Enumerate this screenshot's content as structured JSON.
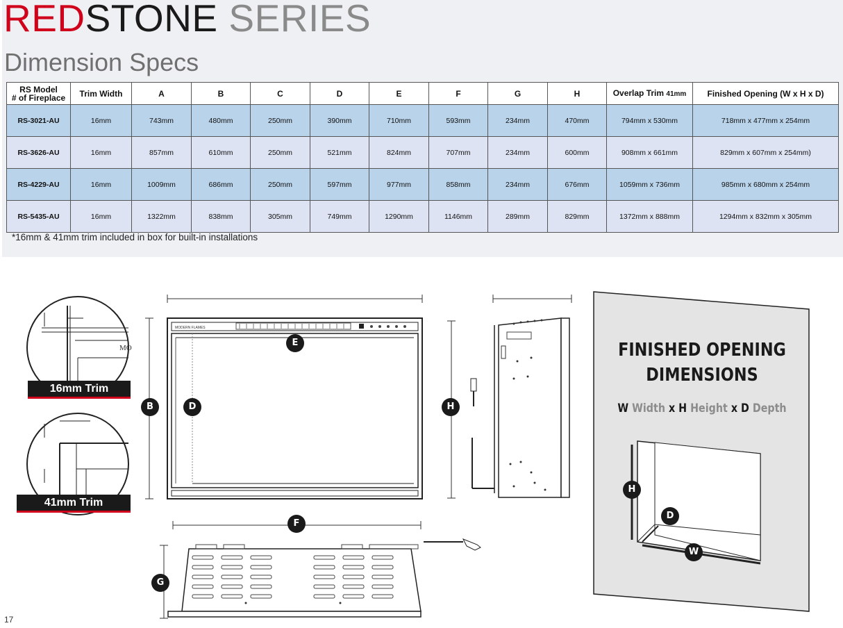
{
  "header": {
    "brand_red": "RED",
    "brand_dark": "STONE",
    "brand_grey": " SERIES",
    "subtitle": "Dimension Specs"
  },
  "table": {
    "headers": [
      "RS Model # of Fireplace",
      "Trim Width",
      "A",
      "B",
      "C",
      "D",
      "E",
      "F",
      "G",
      "H",
      "Overlap Trim",
      "Finished Opening (W x H x D)"
    ],
    "header_model_line1": "RS Model",
    "header_model_line2": "# of Fireplace",
    "header_overlap_main": "Overlap Trim ",
    "header_overlap_small": "41mm",
    "rows": [
      [
        "RS-3021-AU",
        "16mm",
        "743mm",
        "480mm",
        "250mm",
        "390mm",
        "710mm",
        "593mm",
        "234mm",
        "470mm",
        "794mm x 530mm",
        "718mm x 477mm x 254mm"
      ],
      [
        "RS-3626-AU",
        "16mm",
        "857mm",
        "610mm",
        "250mm",
        "521mm",
        "824mm",
        "707mm",
        "234mm",
        "600mm",
        "908mm x 661mm",
        "829mm x 607mm x 254mm)"
      ],
      [
        "RS-4229-AU",
        "16mm",
        "1009mm",
        "686mm",
        "250mm",
        "597mm",
        "977mm",
        "858mm",
        "234mm",
        "676mm",
        "1059mm x 736mm",
        "985mm x 680mm x 254mm"
      ],
      [
        "RS-5435-AU",
        "16mm",
        "1322mm",
        "838mm",
        "305mm",
        "749mm",
        "1290mm",
        "1146mm",
        "289mm",
        "829mm",
        "1372mm x 888mm",
        "1294mm x 832mm x 305mm"
      ]
    ]
  },
  "footnote": "*16mm & 41mm trim included in box for built-in installations",
  "trim_labels": {
    "trim16": "16mm Trim",
    "trim41": "41mm Trim",
    "detail_text": "MO"
  },
  "diagram_labels": {
    "B": "B",
    "D": "D",
    "E": "E",
    "H": "H",
    "F": "F",
    "G": "G",
    "brand_small": "MODERN FLAMES"
  },
  "finished_opening": {
    "title_line1": "FINISHED OPENING",
    "title_line2": "DIMENSIONS",
    "w": "W",
    "width": " Width",
    "x1": " x ",
    "h": "H",
    "height": " Height",
    "x2": " x ",
    "d": "D",
    "depth": " Depth",
    "badge_h": "H",
    "badge_d": "D",
    "badge_w": "W"
  },
  "page_number": "17",
  "colors": {
    "accent_red": "#d0021b",
    "row_blue": "#b9d3ea",
    "row_light": "#dde3f2",
    "panel_bg": "#eef0f3"
  }
}
